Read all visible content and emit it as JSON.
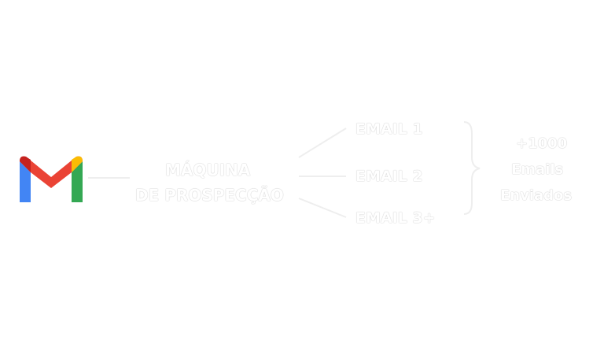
{
  "logo": {
    "name": "gmail-logo",
    "colors": [
      "#4285F4",
      "#EA4335",
      "#FBBC04",
      "#34A853",
      "#C5221F"
    ]
  },
  "machine": {
    "line1": "MÁQUINA",
    "line2": "DE PROSPECÇÃO"
  },
  "emails": [
    "EMAIL 1",
    "EMAIL 2",
    "EMAIL 3+"
  ],
  "result": {
    "line1": "+1000",
    "line2": "Emails",
    "line3": "Enviados"
  }
}
